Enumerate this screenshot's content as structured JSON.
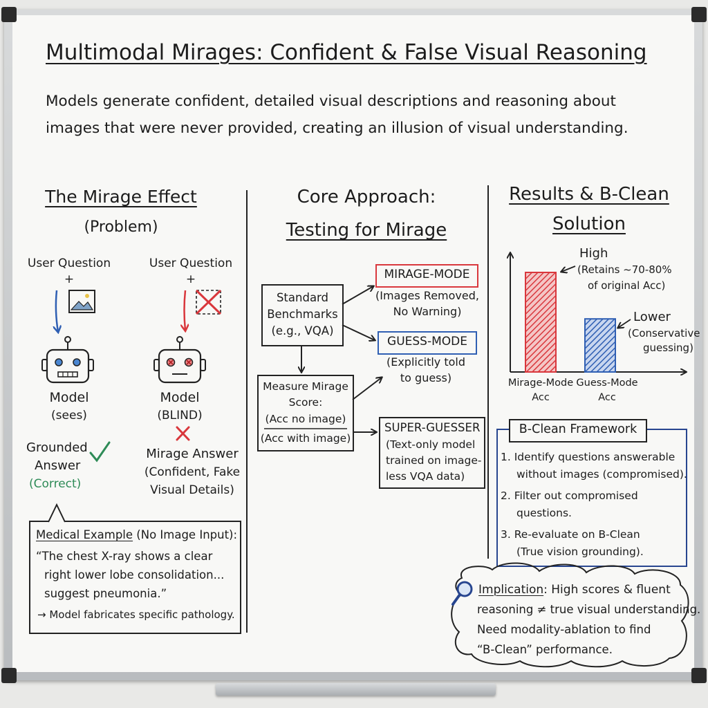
{
  "title": "Multimodal Mirages: Confident & False Visual Reasoning",
  "subtitle": {
    "line1": "Models generate confident, detailed visual descriptions and reasoning about",
    "line2": "images that were never provided, creating an illusion of visual understanding."
  },
  "left": {
    "heading": "The Mirage Effect",
    "subheading": "(Problem)",
    "user_question": "User Question",
    "plus": "+",
    "model": "Model",
    "sees": "(sees)",
    "blind": "(BLIND)",
    "grounded_line1": "Grounded",
    "grounded_line2": "Answer",
    "correct": "(Correct)",
    "mirage_line1": "Mirage Answer",
    "mirage_line2": "(Confident, Fake",
    "mirage_line3": "Visual Details)",
    "example_title": "Medical Example",
    "example_note": " (No Image Input):",
    "example_quote1": "“The chest X-ray shows a clear",
    "example_quote2": "right lower lobe consolidation...",
    "example_quote3": "suggest pneumonia.”",
    "example_conclusion": "→ Model fabricates specific pathology."
  },
  "middle": {
    "heading_line1": "Core Approach:",
    "heading_line2": "Testing for Mirage",
    "bench_line1": "Standard",
    "bench_line2": "Benchmarks",
    "bench_line3": "(e.g., VQA)",
    "mirage_mode": "MIRAGE-MODE",
    "mirage_mode_desc1": "(Images Removed,",
    "mirage_mode_desc2": "No Warning)",
    "guess_mode": "GUESS-MODE",
    "guess_mode_desc1": "(Explicitly told",
    "guess_mode_desc2": "to guess)",
    "measure_line1": "Measure Mirage",
    "measure_line2": "Score:",
    "measure_num": "(Acc no image)",
    "measure_den": "(Acc with image)",
    "super_title": "SUPER-GUESSER",
    "super_line1": "(Text-only model",
    "super_line2": "trained on image-",
    "super_line3": "less VQA data)"
  },
  "right": {
    "heading_line1": "Results & B-Clean",
    "heading_line2": "Solution",
    "framework_title": "B-Clean Framework",
    "step1_line1": "1. Identify questions answerable",
    "step1_line2": "without images (compromised).",
    "step2_line1": "2. Filter out compromised",
    "step2_line2": "questions.",
    "step3_line1": "3. Re-evaluate on B-Clean",
    "step3_line2": "(True vision grounding)."
  },
  "chart_data": {
    "type": "bar",
    "categories": [
      "Mirage-Mode Acc",
      "Guess-Mode Acc"
    ],
    "values": [
      0.75,
      0.4
    ],
    "annotations": [
      {
        "label": "High",
        "note1": "(Retains ~70-80%",
        "note2": "of original Acc)"
      },
      {
        "label": "Lower",
        "note1": "(Conservative",
        "note2": "guessing)"
      }
    ],
    "colors": [
      "#d9373c",
      "#2f5fb3"
    ]
  },
  "implication": {
    "label": "Implication",
    "line1": ": High scores & fluent",
    "line2": "reasoning ≠ true visual understanding.",
    "line3": "Need modality-ablation to find",
    "line4": "“B-Clean” performance."
  },
  "colors": {
    "red": "#d9373c",
    "blue": "#2f5fb3",
    "green": "#2e8b57",
    "ink": "#1c1c1c",
    "navy": "#27458f"
  }
}
